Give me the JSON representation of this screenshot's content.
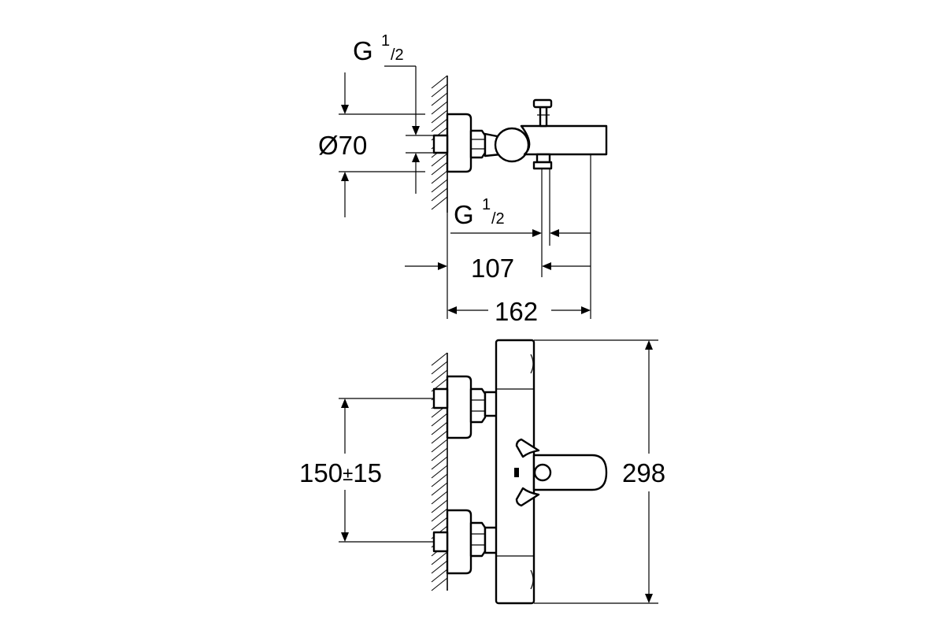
{
  "diagram": {
    "labels": {
      "thread_top": {
        "main": "G",
        "sup": "1",
        "sub": "/2"
      },
      "thread_mid": {
        "main": "G",
        "sup": "1",
        "sub": "/2"
      },
      "diameter": "Ø70",
      "depth_107": "107",
      "depth_162": "162",
      "centers": "150",
      "centers_tol_sign": "±",
      "centers_tol": "15",
      "height": "298"
    }
  }
}
